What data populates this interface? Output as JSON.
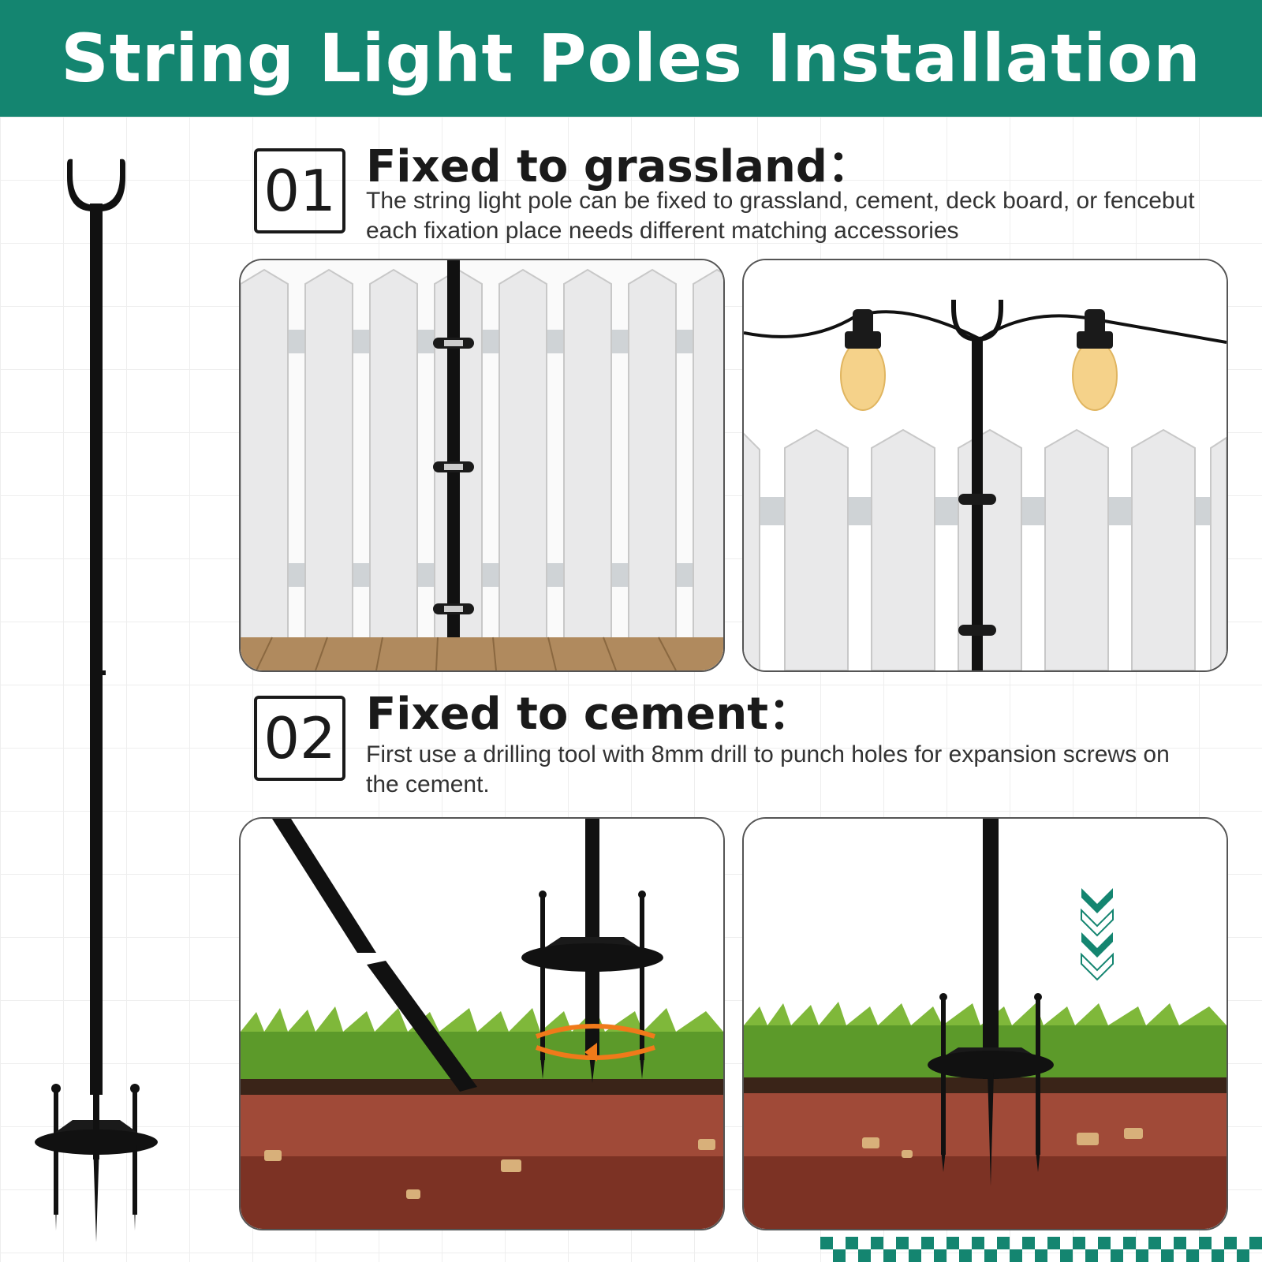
{
  "header": {
    "title": "String Light Poles Installation",
    "bg_color": "#148570"
  },
  "steps": [
    {
      "number": "01",
      "title": "Fixed to grassland：",
      "description": "The string light pole can be fixed to grassland, cement, deck board, or fencebut each fixation place needs different matching accessories"
    },
    {
      "number": "02",
      "title": "Fixed to cement：",
      "description": "First use a drilling tool with 8mm drill to punch holes for expansion screws on the cement."
    }
  ],
  "colors": {
    "accent": "#148570",
    "text": "#1a1a1a",
    "fence": "#e8e8e8",
    "soil": "#8b3a2c",
    "grass": "#5c9a2a",
    "deck": "#b08a5e",
    "rotate_arrow": "#f07a1a"
  },
  "icons": {
    "pole": "pole-with-stake-icon",
    "bulb": "light-bulb-icon",
    "down_arrows": "chevron-down-icon",
    "rotate": "rotate-arrow-icon"
  }
}
